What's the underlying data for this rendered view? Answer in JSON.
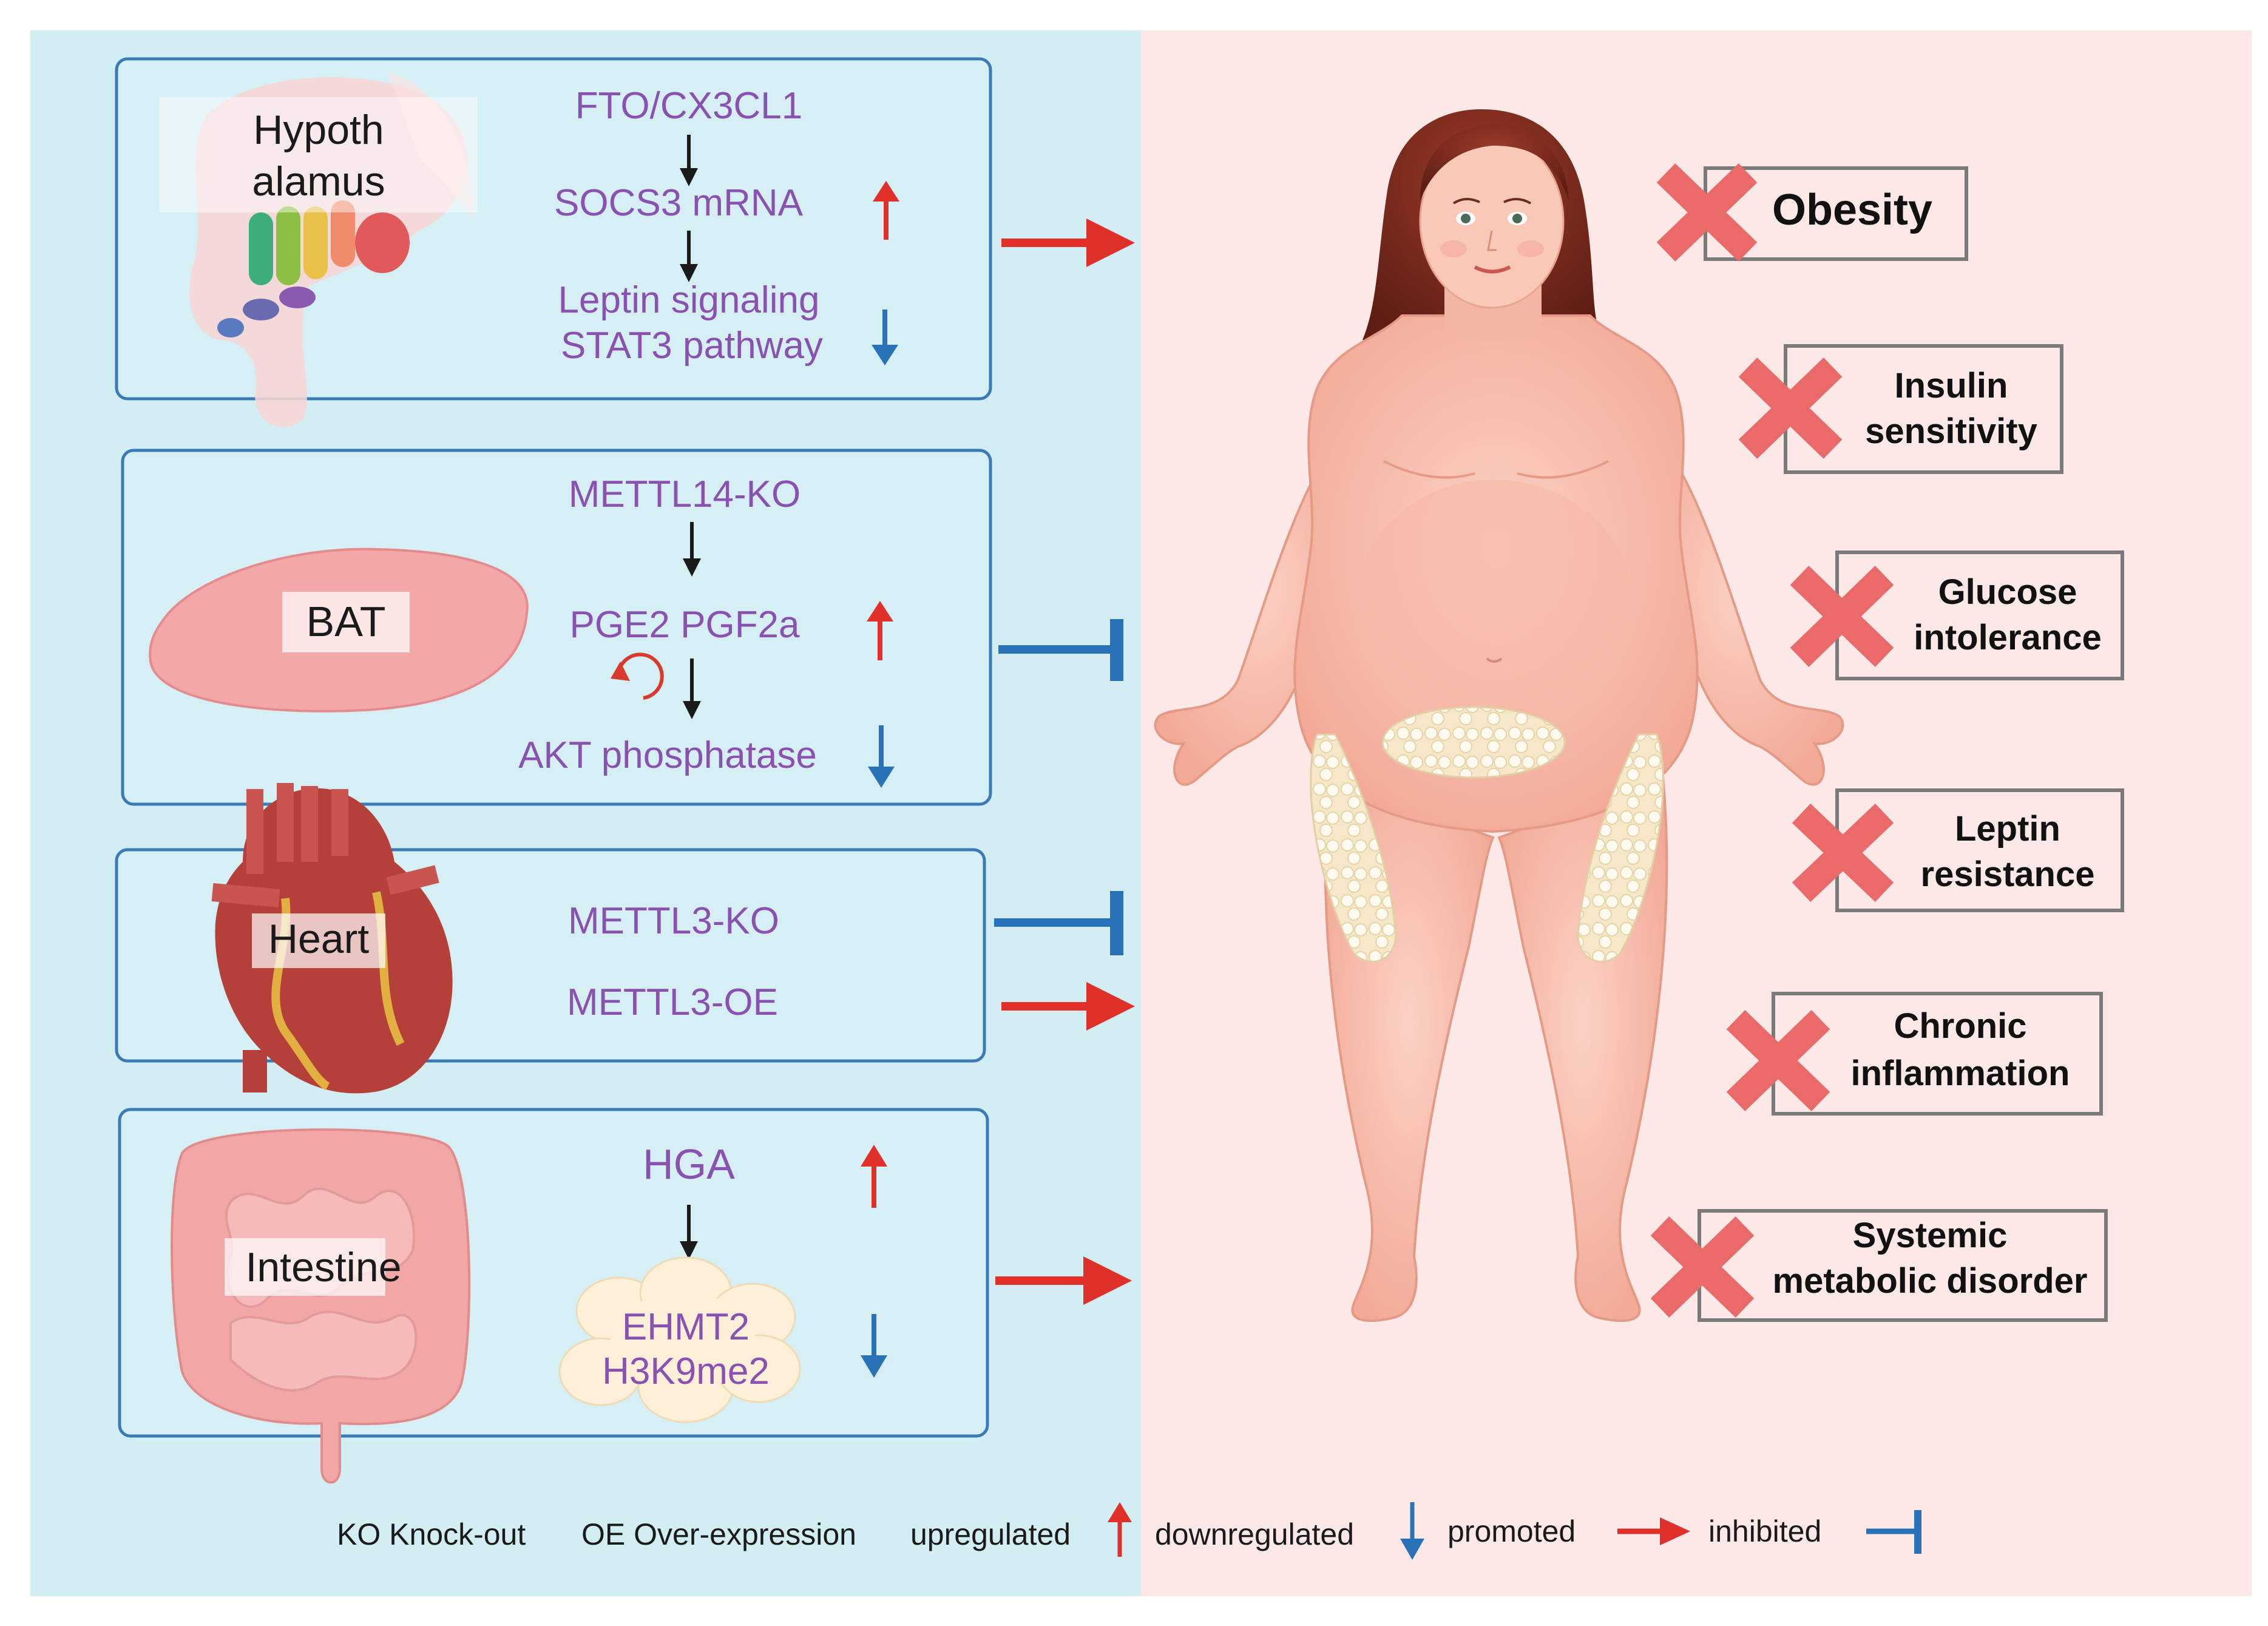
{
  "colors": {
    "left_bg": "#d3eef3",
    "right_bg": "#fde8e8",
    "box_border": "#3a7ab8",
    "gene_text": "#8a52b0",
    "up_arrow": "#e0302a",
    "down_arrow": "#2a72b8",
    "promote": "#e0302a",
    "inhibit": "#2a72b8",
    "cross": "#ea6a6a",
    "outcome_border": "#7a7a7a"
  },
  "organs": {
    "hypothalamus": {
      "label_line1": "Hypoth",
      "label_line2": "alamus",
      "genes": [
        "FTO/CX3CL1",
        "SOCS3 mRNA",
        "Leptin signaling",
        "STAT3 pathway"
      ],
      "effect": "promoted"
    },
    "bat": {
      "label": "BAT",
      "genes": [
        "METTL14-KO",
        "PGE2 PGF2a",
        "AKT phosphatase"
      ],
      "effect": "inhibited"
    },
    "heart": {
      "label": "Heart",
      "genes": [
        "METTL3-KO",
        "METTL3-OE"
      ],
      "effects": [
        "inhibited",
        "promoted"
      ]
    },
    "intestine": {
      "label": "Intestine",
      "genes": [
        "HGA",
        "EHMT2",
        "H3K9me2"
      ],
      "effect": "promoted"
    }
  },
  "outcomes": [
    {
      "line1": "Obesity",
      "line2": ""
    },
    {
      "line1": "Insulin",
      "line2": "sensitivity"
    },
    {
      "line1": "Glucose",
      "line2": "intolerance"
    },
    {
      "line1": "Leptin",
      "line2": "resistance"
    },
    {
      "line1": "Chronic",
      "line2": "inflammation"
    },
    {
      "line1": "Systemic",
      "line2": "metabolic disorder"
    }
  ],
  "legend": {
    "ko": "KO Knock-out",
    "oe": "OE Over-expression",
    "up": "upregulated",
    "down": "downregulated",
    "promoted": "promoted",
    "inhibited": "inhibited"
  }
}
